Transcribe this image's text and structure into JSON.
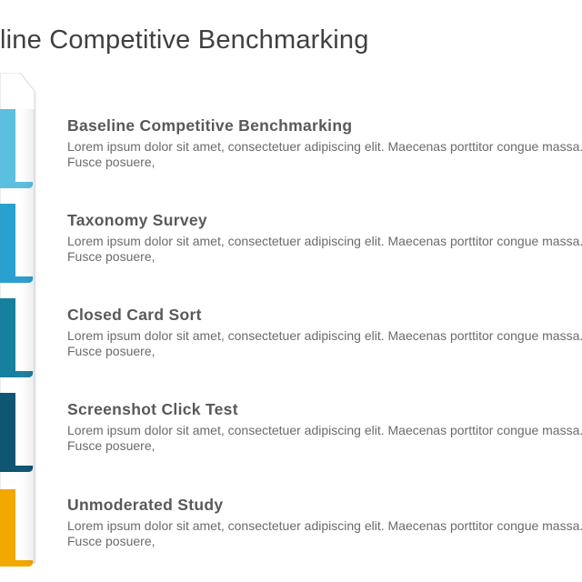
{
  "slide": {
    "title": "line Competitive Benchmarking"
  },
  "colors": {
    "step1": "#5bbfdf",
    "step2": "#2aa0cf",
    "step3": "#17809f",
    "step4": "#0e5672",
    "step5": "#f3a800"
  },
  "steps": [
    {
      "heading": "Baseline Competitive Benchmarking",
      "text": "Lorem ipsum dolor sit amet, consectetuer adipiscing elit. Maecenas porttitor congue massa. Fusce posuere,"
    },
    {
      "heading": "Taxonomy Survey",
      "text": "Lorem ipsum dolor sit amet, consectetuer adipiscing elit. Maecenas porttitor congue massa. Fusce posuere,"
    },
    {
      "heading": "Closed Card Sort",
      "text": "Lorem ipsum dolor sit amet, consectetuer adipiscing elit. Maecenas porttitor congue massa. Fusce posuere,"
    },
    {
      "heading": "Screenshot Click Test",
      "text": "Lorem ipsum dolor sit amet, consectetuer adipiscing elit. Maecenas porttitor congue massa. Fusce posuere,"
    },
    {
      "heading": "Unmoderated Study",
      "text": "Lorem ipsum dolor sit amet, consectetuer adipiscing elit. Maecenas porttitor congue massa. Fusce posuere,"
    }
  ]
}
